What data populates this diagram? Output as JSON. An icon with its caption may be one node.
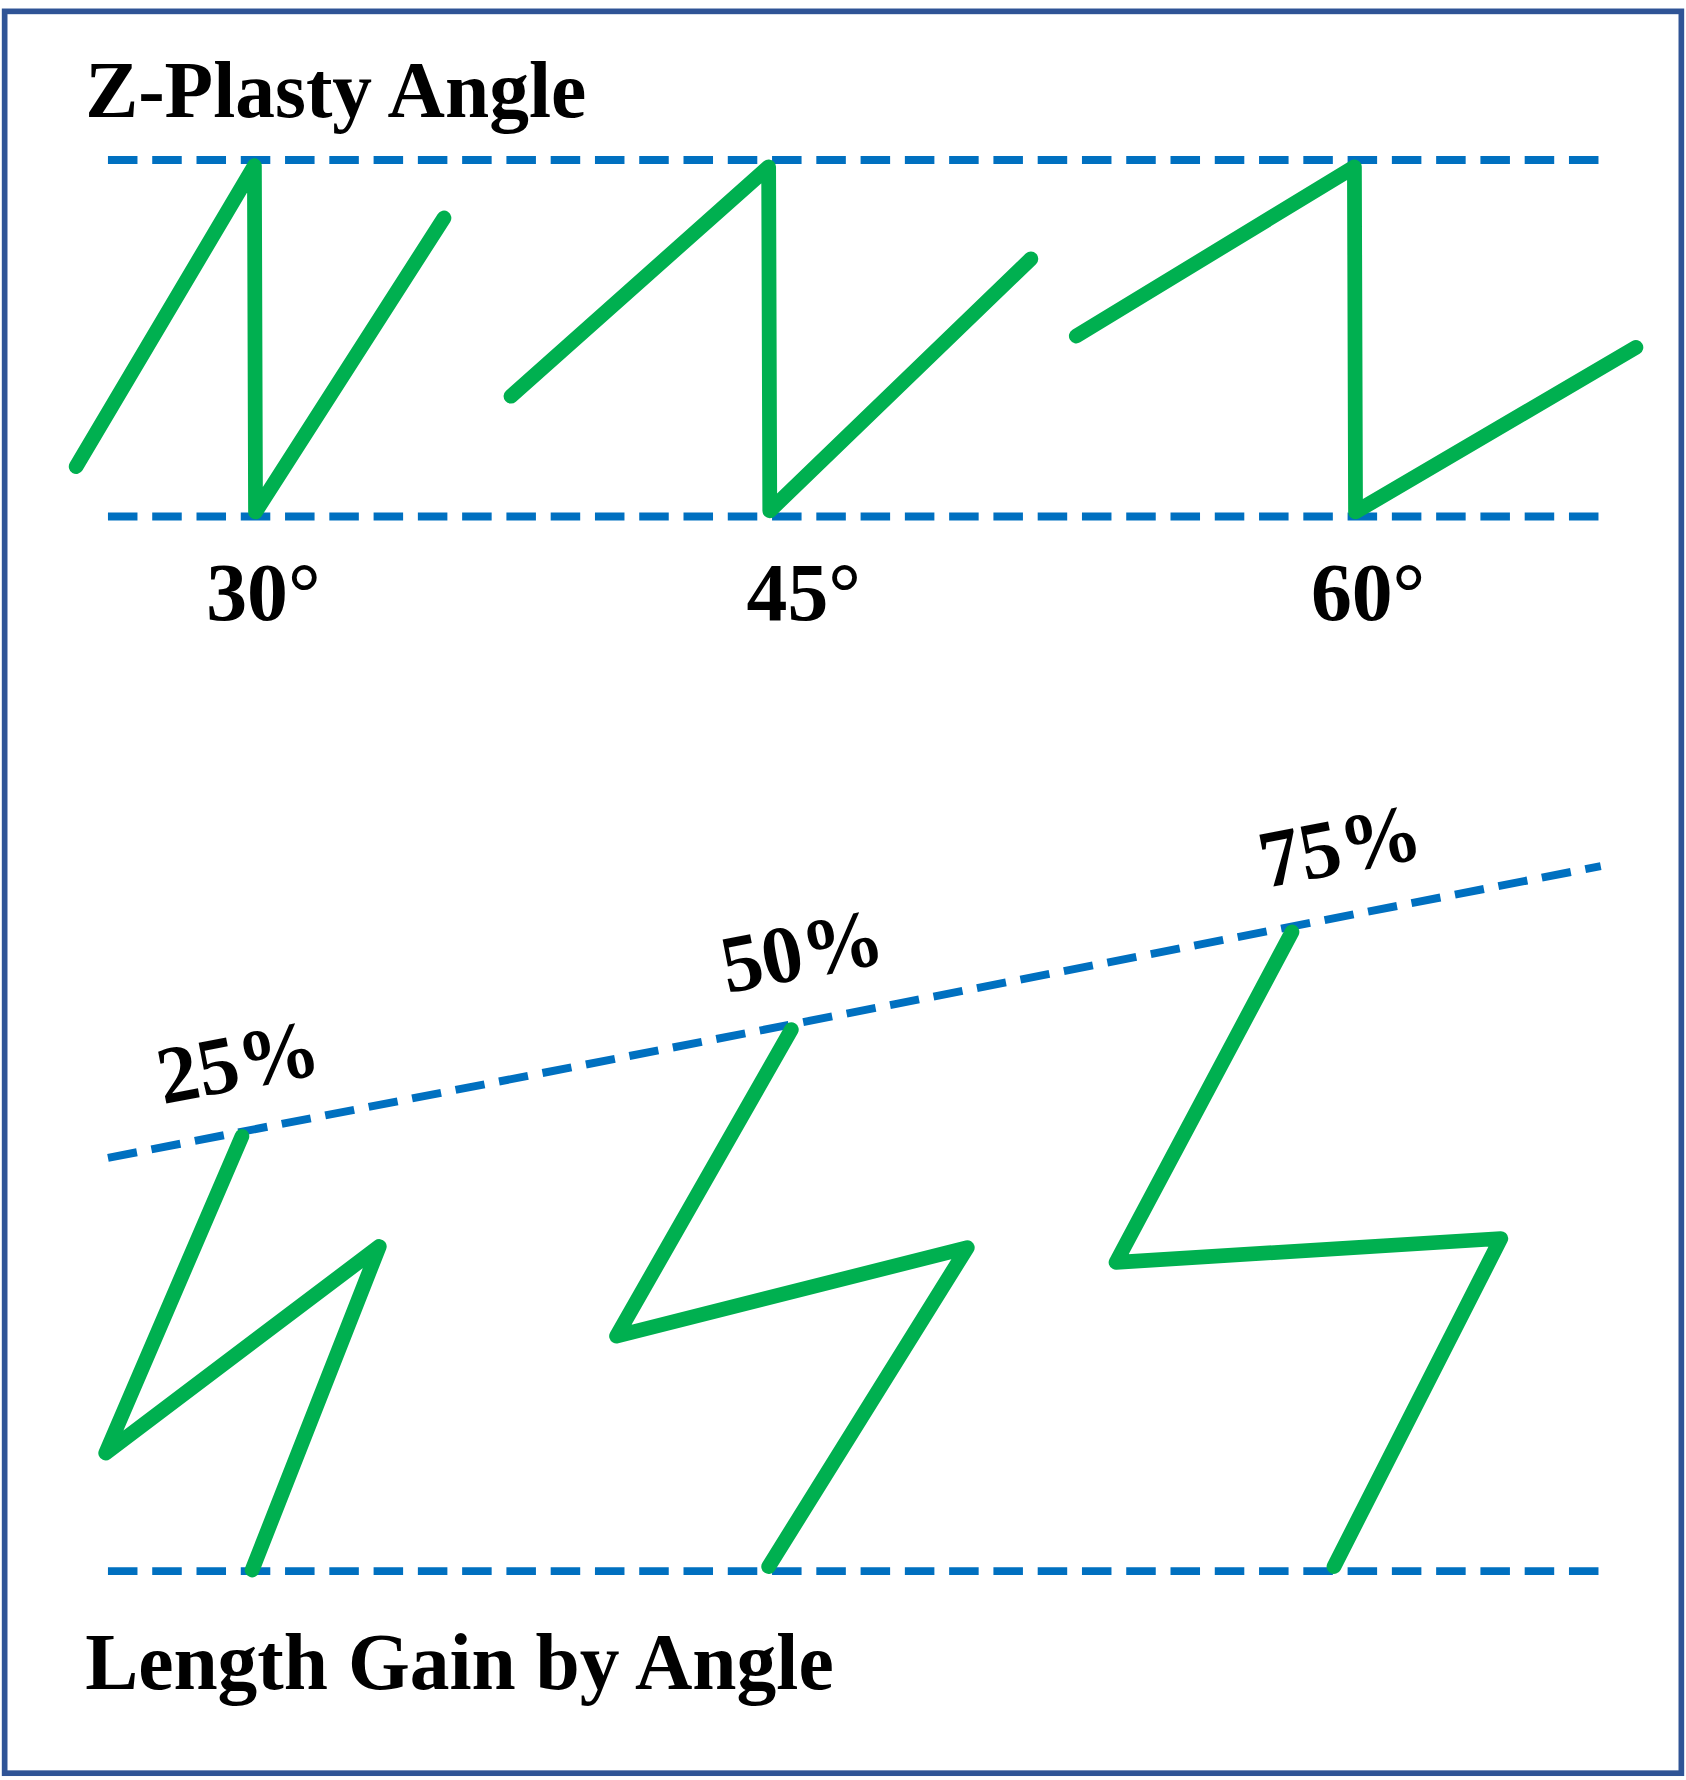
{
  "diagram": {
    "title": "Z-Plasty Angle",
    "caption": "Length Gain by Angle",
    "labels": [
      "30°",
      "45°",
      "60°",
      "25%",
      "50%",
      "75%"
    ]
  }
}
